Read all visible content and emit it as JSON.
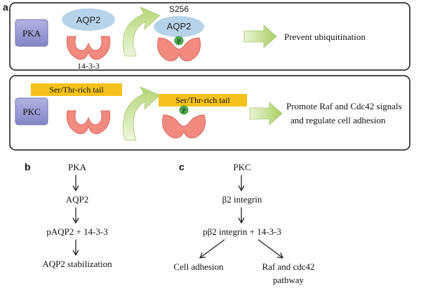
{
  "panels": {
    "a": {
      "label": "a",
      "top": {
        "kinase": "PKA",
        "substrate": "AQP2",
        "adaptor": "14-3-3",
        "site": "S256",
        "phospho": "P",
        "outcome": "Prevent ubiquitination"
      },
      "bottom": {
        "kinase": "PKC",
        "substrate": "Ser/Thr-rich tail",
        "phospho": "P",
        "outcome_line1": "Promote Raf and Cdc42 signals",
        "outcome_line2": "and regulate cell adhesion"
      }
    },
    "b": {
      "label": "b",
      "steps": [
        "PKA",
        "AQP2",
        "pAQP2 + 14-3-3",
        "AQP2 stabilization"
      ]
    },
    "c": {
      "label": "c",
      "steps": [
        "PKC",
        "β2 integrin",
        "pβ2 integrin + 14-3-3"
      ],
      "branches": [
        "Cell adhesion",
        "Raf and cdc42",
        "pathway"
      ]
    }
  },
  "colors": {
    "kinase_fill": "#9b9bd3",
    "aqp2_fill": "#b7d3ea",
    "tail_fill": "#f5c21b",
    "adaptor_fill": "#f08080",
    "arrow_fill": "#c9e09c",
    "phospho_fill": "#4caf50"
  }
}
